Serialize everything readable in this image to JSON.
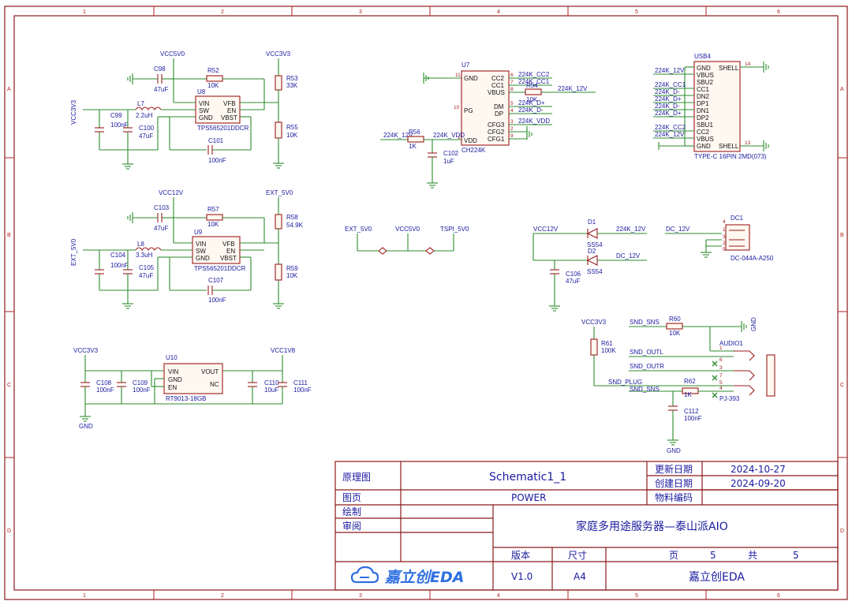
{
  "ruler": {
    "cols": [
      "1",
      "2",
      "3",
      "4",
      "5",
      "6"
    ],
    "rows": [
      "A",
      "B",
      "C",
      "D"
    ]
  },
  "colors": {
    "frame": "#8b1a1a",
    "wire": "#2e8b2e",
    "part": "#9b1b1b",
    "text": "#1a1aa0"
  },
  "u8": {
    "ref": "U8",
    "part": "TPS565201DDCR",
    "input_net": "VCC5V0",
    "output_net": "VCC3V3",
    "side_net": "VCC3V3",
    "c98": {
      "ref": "C98",
      "value": "47uF"
    },
    "r52": {
      "ref": "R52",
      "value": "10K"
    },
    "r53": {
      "ref": "R53",
      "value": "33K"
    },
    "r55": {
      "ref": "R55",
      "value": "10K"
    },
    "l7": {
      "ref": "L7",
      "value": "2.2uH"
    },
    "c99": {
      "ref": "C99",
      "value": "100nF"
    },
    "c100": {
      "ref": "C100",
      "value": "47uF"
    },
    "c101": {
      "ref": "C101",
      "value": "100nF"
    },
    "pins": [
      "VIN",
      "SW",
      "GND",
      "VFB",
      "EN",
      "VBST"
    ]
  },
  "u9": {
    "ref": "U9",
    "part": "TPS565201DDCR",
    "input_net": "VCC12V",
    "output_net": "EXT_5V0",
    "side_net": "EXT_5V0",
    "c103": {
      "ref": "C103",
      "value": "47uF"
    },
    "r57": {
      "ref": "R57",
      "value": "10K"
    },
    "r58": {
      "ref": "R58",
      "value": "54.9K"
    },
    "r59": {
      "ref": "R59",
      "value": "10K"
    },
    "l8": {
      "ref": "L8",
      "value": "3.3uH"
    },
    "c104": {
      "ref": "C104",
      "value": "100nF"
    },
    "c105": {
      "ref": "C105",
      "value": "47uF"
    },
    "c107": {
      "ref": "C107",
      "value": "100nF"
    }
  },
  "u10": {
    "ref": "U10",
    "part": "RT9013-18GB",
    "in_net": "VCC3V3",
    "out_net": "VCC1V8",
    "gnd": "GND",
    "pins": [
      "VIN",
      "GND",
      "EN",
      "VOUT",
      "NC"
    ],
    "c108": {
      "ref": "C108",
      "value": "100nF"
    },
    "c109": {
      "ref": "C109",
      "value": "100nF"
    },
    "c110": {
      "ref": "C110",
      "value": "10uF"
    },
    "c111": {
      "ref": "C111",
      "value": "100nF"
    }
  },
  "u7": {
    "ref": "U7",
    "part": "CH224K",
    "pins_left": [
      "GND",
      "PG",
      "VDD"
    ],
    "pins_right": [
      "CC2",
      "CC1",
      "VBUS",
      "DM",
      "DP",
      "CFG3",
      "CFG2",
      "CFG1"
    ],
    "nets": {
      "cc2": "224K_CC2",
      "cc1": "224K_CC1",
      "vbus": "224K_12V",
      "dp_plus": "224K_D+",
      "dm_minus": "224K_D-",
      "vdd": "224K_VDD",
      "in12": "224K_12V",
      "vdd2": "224K_VDD"
    },
    "r54": {
      "ref": "R54",
      "value": "10K"
    },
    "r56": {
      "ref": "R56",
      "value": "1K"
    },
    "c102": {
      "ref": "C102",
      "value": "1uF"
    }
  },
  "usb4": {
    "ref": "USB4",
    "part": "TYPE-C 16PIN 2MD(073)",
    "pins": [
      "GND",
      "VBUS",
      "SBU2",
      "CC1",
      "DN2",
      "DP1",
      "DN1",
      "DP2",
      "SBU1",
      "CC2",
      "VBUS",
      "GND"
    ],
    "shell": "SHELL",
    "nets": [
      "224K_12V",
      "224K_CC1",
      "224K_D-",
      "224K_D+",
      "224K_D-",
      "224K_D+",
      "224K_CC2",
      "224K_12V"
    ]
  },
  "ext_link": {
    "nets": [
      "EXT_5V0",
      "VCC5V0",
      "TSPI_5V0"
    ]
  },
  "diodes": {
    "input_net": "VCC12V",
    "d1": {
      "ref": "D1",
      "part": "SS54",
      "net": "224K_12V"
    },
    "d2": {
      "ref": "D2",
      "part": "SS54",
      "net": "DC_12V"
    },
    "c106": {
      "ref": "C106",
      "value": "47uF"
    }
  },
  "dc1": {
    "ref": "DC1",
    "part": "DC-044A-A250",
    "net": "DC_12V"
  },
  "audio": {
    "ref": "AUDIO1",
    "part": "PJ-393",
    "rail": "VCC3V3",
    "gnd": "GND",
    "gnd2": "GND",
    "r60": {
      "ref": "R60",
      "value": "10K"
    },
    "r61": {
      "ref": "R61",
      "value": "100K"
    },
    "r62": {
      "ref": "R62",
      "value": "1K"
    },
    "c112": {
      "ref": "C112",
      "value": "100nF"
    },
    "nets": {
      "sns": "SND_SNS",
      "outl": "SND_OUTL",
      "outr": "SND_OUTR",
      "plug": "SND_PLUG",
      "sns2": "SND_SNS"
    }
  },
  "title_block": {
    "schematic_label": "原理图",
    "schematic_value": "Schematic1_1",
    "page_label": "图页",
    "page_value": "POWER",
    "drawn_label": "绘制",
    "review_label": "审阅",
    "updated_label": "更新日期",
    "updated_value": "2024-10-27",
    "created_label": "创建日期",
    "created_value": "2024-09-20",
    "material_label": "物料编码",
    "project": "家庭多用途服务器—泰山派AIO",
    "version_label": "版本",
    "version_value": "V1.0",
    "size_label": "尺寸",
    "size_value": "A4",
    "page_num_label": "页",
    "page_num": "5",
    "total_label": "共",
    "total": "5",
    "company": "嘉立创EDA",
    "logo_text": "嘉立创EDA"
  }
}
